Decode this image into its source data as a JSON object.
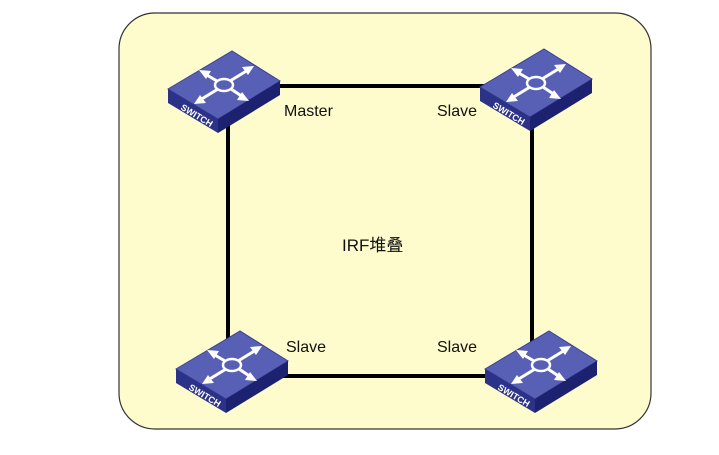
{
  "diagram": {
    "center_label": "IRF堆叠",
    "switches": [
      {
        "id": "top-left",
        "role": "Master",
        "badge": "SWITCH"
      },
      {
        "id": "top-right",
        "role": "Slave",
        "badge": "SWITCH"
      },
      {
        "id": "bottom-left",
        "role": "Slave",
        "badge": "SWITCH"
      },
      {
        "id": "bottom-right",
        "role": "Slave",
        "badge": "SWITCH"
      }
    ],
    "links": [
      [
        "top-left",
        "top-right"
      ],
      [
        "top-right",
        "bottom-right"
      ],
      [
        "bottom-right",
        "bottom-left"
      ],
      [
        "bottom-left",
        "top-left"
      ]
    ],
    "colors": {
      "panel_fill": "#fefccd",
      "panel_stroke": "#333333",
      "link": "#000000",
      "switch_top": "#5760b4",
      "switch_front": "#2c3288",
      "switch_side": "#1c2270",
      "arrow": "#ffffff"
    },
    "icon": "switch-icon"
  }
}
